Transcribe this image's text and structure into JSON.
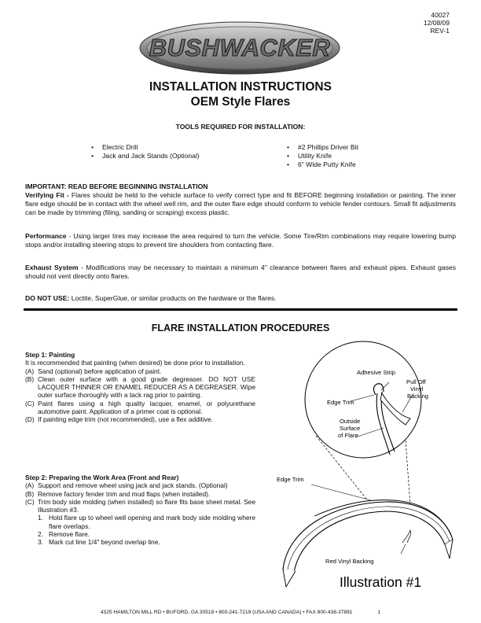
{
  "doc": {
    "number": "40027",
    "date": "12/08/09",
    "rev": "REV-1"
  },
  "brand": {
    "logo_text": "BUSHWACKER"
  },
  "titles": {
    "main": "INSTALLATION INSTRUCTIONS",
    "sub": "OEM Style Flares"
  },
  "tools": {
    "header": "TOOLS REQUIRED FOR INSTALLATION:",
    "left": [
      "Electric Drill",
      "Jack and Jack Stands (Optional)"
    ],
    "right": [
      "#2 Phillips Driver Bit",
      "Utility Knife",
      "6\" Wide Putty Knife"
    ]
  },
  "notes": {
    "important": "IMPORTANT:  READ BEFORE BEGINNING INSTALLATION",
    "verify_label": "Verifying Fit - ",
    "verify_text": "Flares should be held to the vehicle surface to verify correct type and fit BEFORE beginning installation or painting.  The inner flare edge should be in contact with the wheel well rim, and the outer flare edge should conform to vehicle fender contours. Small fit adjustments can be made by trimming (filing, sanding or scraping) excess plastic.",
    "perf_label": "Performance",
    "perf_text": " - Using larger tires may increase the area required to turn the vehicle.  Some Tire/Rim combinations may require lowering bump stops and/or installing steering stops to prevent tire shoulders from contacting flare.",
    "exhaust_label": "Exhaust System",
    "exhaust_text": " - Modifications may be necessary to maintain a minimum 4\" clearance between flares and exhaust pipes.  Exhaust gases should not vent directly onto flares.",
    "donot_label": "DO NOT USE:",
    "donot_text": " Loctite, SuperGlue, or similar products on the hardware or the flares."
  },
  "procedures": {
    "title": "FLARE INSTALLATION PROCEDURES",
    "step1": {
      "title": "Step 1: Painting",
      "intro": "It is recommended that painting (when desired) be done prior to installation.",
      "items": [
        {
          "label": "(A)",
          "text": "Sand (optional) before application of paint."
        },
        {
          "label": "(B)",
          "text": "Clean outer surface with a good grade degreaser.  DO NOT USE LACQUER THINNER OR ENAMEL REDUCER AS A DEGREASER.  Wipe outer surface thoroughly with a tack rag prior to painting."
        },
        {
          "label": "(C)",
          "text": "Paint flares using a high quality lacquer, enamel, or polyurethane automotive paint.  Application of a primer coat is optional."
        },
        {
          "label": "(D)",
          "text": "If painting edge trim (not recommended), use a flex additive."
        }
      ]
    },
    "step2": {
      "title": "Step 2:  Preparing the Work Area (Front and Rear)",
      "items": [
        {
          "label": "(A)",
          "text": "Support and remove wheel using jack and jack stands. (Optional)"
        },
        {
          "label": "(B)",
          "text": "Remove factory fender trim and mud flaps (when installed)."
        },
        {
          "label": "(C)",
          "text": "Trim body side molding (when installed) so flare fits base sheet metal.  See Illustration #3."
        }
      ],
      "subitems": [
        {
          "label": "1.",
          "text": "Hold flare up to wheel well opening and mark body side molding where flare overlaps."
        },
        {
          "label": "2.",
          "text": "Remove flare."
        },
        {
          "label": "3.",
          "text": "Mark cut line 1/4\" beyond overlap line."
        }
      ]
    }
  },
  "illustration": {
    "title": "Illustration #1",
    "labels": {
      "adhesive": "Adhesive Strip",
      "pull1": "Pull Off",
      "pull2": "Vinyl",
      "pull3": "Backing",
      "edge_inner": "Edge Trim",
      "outside1": "Outside",
      "outside2": "Surface",
      "outside3": "of Flare",
      "edge_outer": "Edge Trim",
      "red_vinyl": "Red Vinyl Backing"
    }
  },
  "footer": {
    "address": "4325 HAMILTON MILL RD • BUFORD, GA 30518 • 800-241-7219 (USA AND CANADA) • FAX 800-438-37881",
    "page": "1"
  }
}
